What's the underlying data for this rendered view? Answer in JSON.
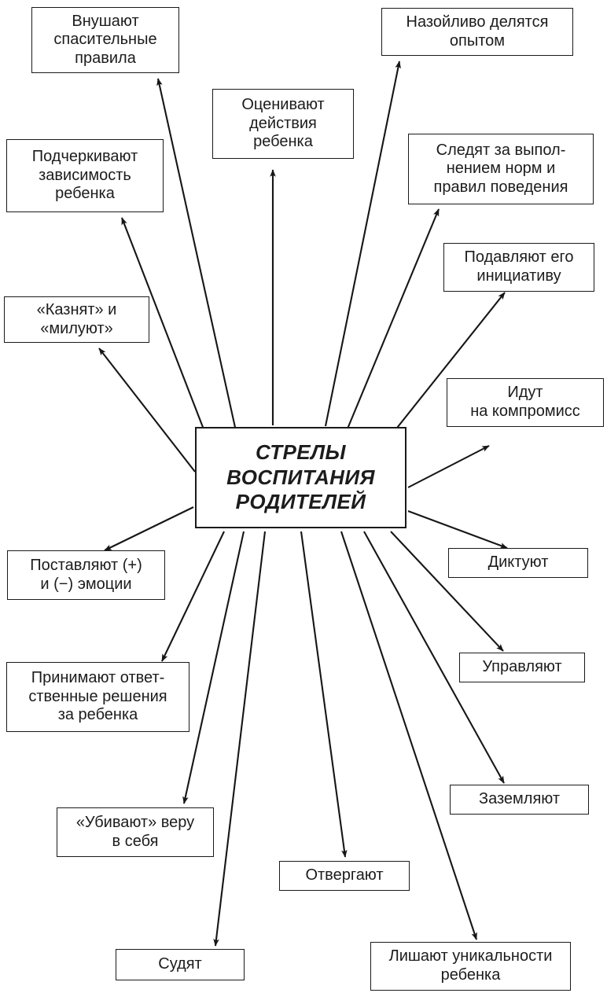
{
  "diagram": {
    "title": "СТРЕЛЫ ВОСПИТАНИЯ РОДИТЕЛЕЙ",
    "center": {
      "label": "СТРЕЛЫ\nВОСПИТАНИЯ\nРОДИТЕЛЕЙ"
    },
    "nodes": [
      {
        "id": "vnushayut",
        "label": "Внушают\nспасительные\nправила"
      },
      {
        "id": "nazoylivo",
        "label": "Назойливо делятся\nопытом"
      },
      {
        "id": "ocenivayut",
        "label": "Оценивают\nдействия\nребенка"
      },
      {
        "id": "podcherkivayut",
        "label": "Подчеркивают\nзависимость\nребенка"
      },
      {
        "id": "sledyat",
        "label": "Следят за выпол-\nнением норм и\nправил поведения"
      },
      {
        "id": "podavlyayut",
        "label": "Подавляют его\nинициативу"
      },
      {
        "id": "kaznyat",
        "label": "«Казнят» и\n«милуют»"
      },
      {
        "id": "idut",
        "label": "Идут\nна компромисс"
      },
      {
        "id": "diktuyut",
        "label": "Диктуют"
      },
      {
        "id": "postavlyayut",
        "label": "Поставляют (+)\nи (−) эмоции"
      },
      {
        "id": "upravlyayut",
        "label": "Управляют"
      },
      {
        "id": "prinimayut",
        "label": "Принимают ответ-\nственные решения\nза ребенка"
      },
      {
        "id": "zazemlyayut",
        "label": "Заземляют"
      },
      {
        "id": "ubivayut",
        "label": "«Убивают» веру\nв себя"
      },
      {
        "id": "otvergayut",
        "label": "Отвергают"
      },
      {
        "id": "sudyat",
        "label": "Судят"
      },
      {
        "id": "lishayut",
        "label": "Лишают уникальности\nребенка"
      }
    ],
    "colors": {
      "ink": "#1a1a1a",
      "background": "#ffffff",
      "arrow": "#161616"
    },
    "arrow_count": 17
  }
}
